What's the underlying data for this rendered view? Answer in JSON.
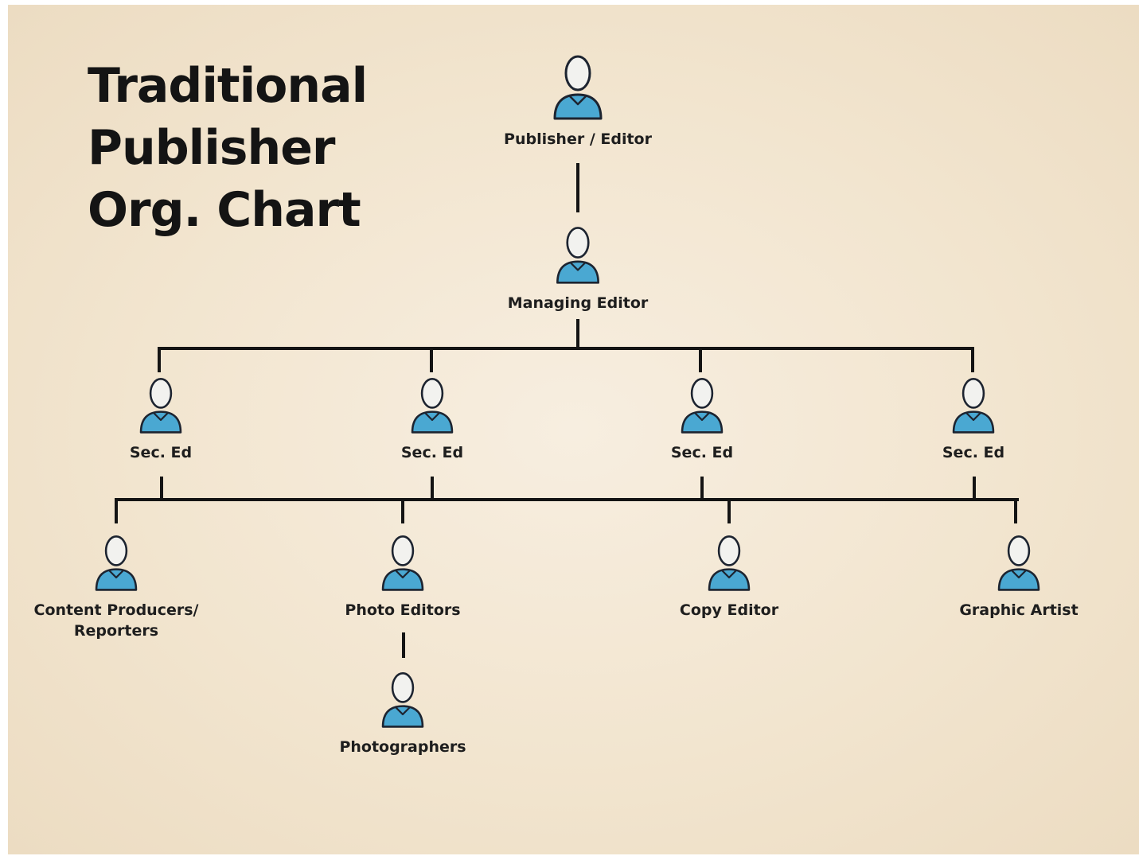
{
  "title": {
    "line1": "Traditional",
    "line2": "Publisher",
    "line3": "Org. Chart"
  },
  "nodes": {
    "publisher": {
      "label": "Publisher / Editor",
      "icon": "person-icon"
    },
    "managing_editor": {
      "label": "Managing Editor",
      "icon": "person-icon"
    },
    "section_editors": [
      {
        "label": "Sec. Ed",
        "icon": "person-icon"
      },
      {
        "label": "Sec. Ed",
        "icon": "person-icon"
      },
      {
        "label": "Sec. Ed",
        "icon": "person-icon"
      },
      {
        "label": "Sec. Ed",
        "icon": "person-icon"
      }
    ],
    "content_producers": {
      "label_line1": "Content Producers/",
      "label_line2": "Reporters",
      "icon": "person-icon"
    },
    "photo_editors": {
      "label": "Photo Editors",
      "icon": "person-icon"
    },
    "copy_editor": {
      "label": "Copy Editor",
      "icon": "person-icon"
    },
    "graphic_artist": {
      "label": "Graphic Artist",
      "icon": "person-icon"
    },
    "photographers": {
      "label": "Photographers",
      "icon": "person-icon"
    }
  },
  "colors": {
    "body": "#4aa8d2",
    "body_outline": "#1d2430",
    "head": "#f2f2ef",
    "connector": "#141414"
  }
}
